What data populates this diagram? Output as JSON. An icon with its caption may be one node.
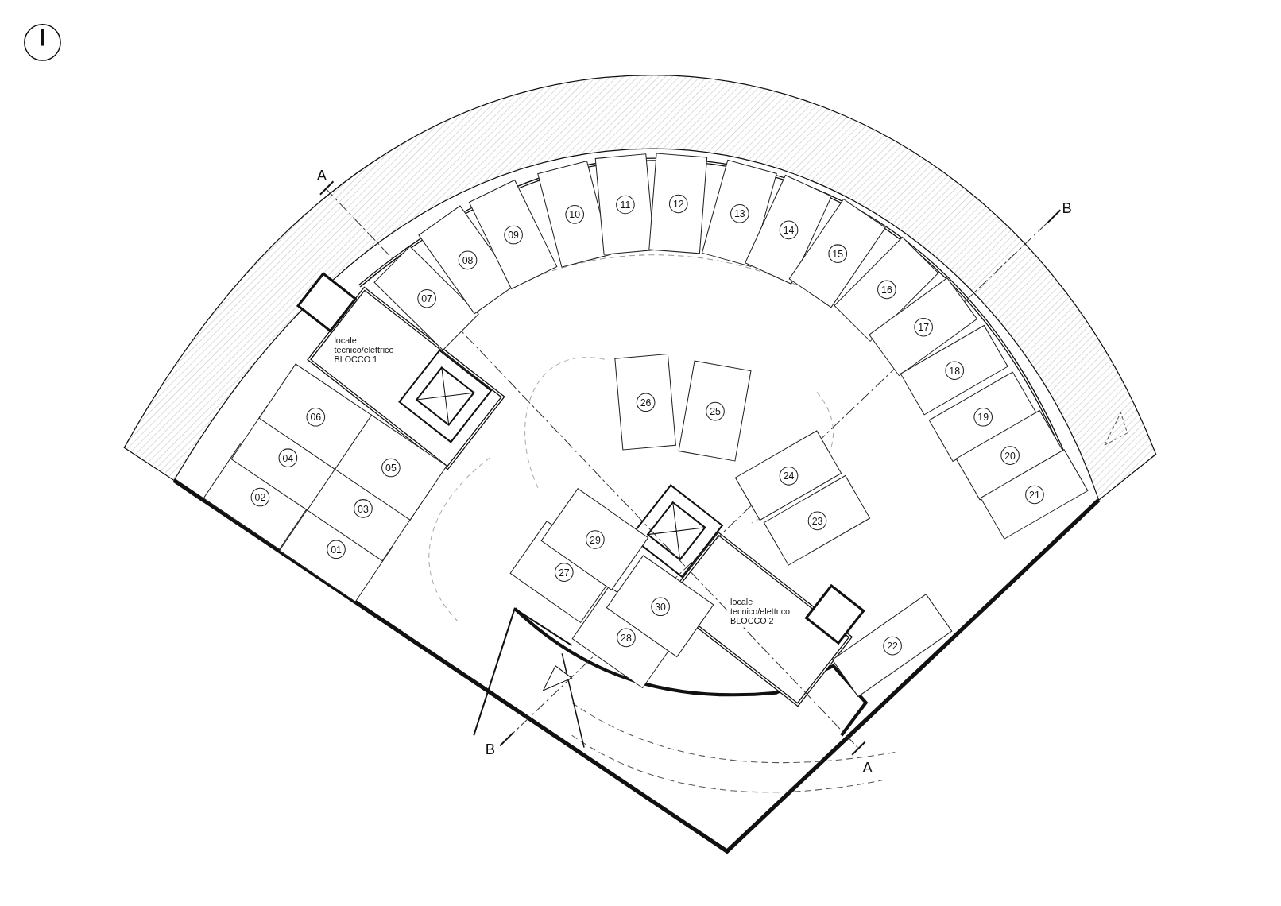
{
  "diagram": {
    "labels": [
      "A",
      "B",
      "locale tecnico/elettrico BLOCCO 1",
      "01",
      "02",
      "03",
      "04",
      "05",
      "06",
      "07",
      "08",
      "09",
      "10",
      "11",
      "12",
      "13",
      "14",
      "15",
      "16",
      "17",
      "18",
      "19",
      "20",
      "21",
      "22",
      "23",
      "24",
      "25",
      "26",
      "27",
      "28",
      "29",
      "30",
      "locale tecnico/elettrico BLOCCO 2",
      "B",
      "A"
    ]
  }
}
